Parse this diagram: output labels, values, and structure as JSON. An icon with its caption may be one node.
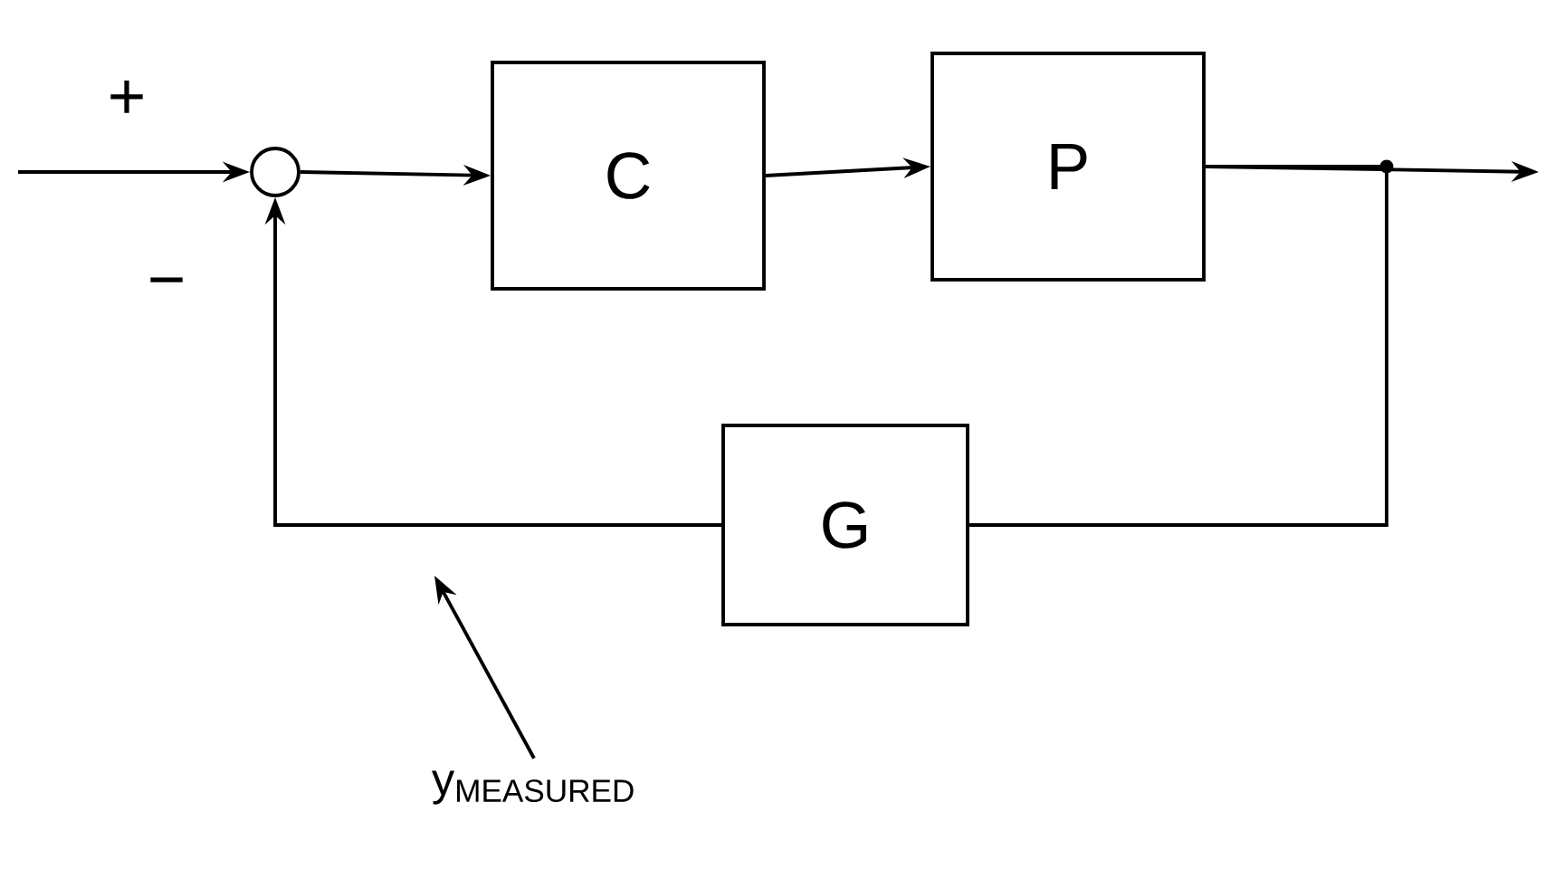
{
  "diagram": {
    "nodes": [
      {
        "text": [],
        "shape": "circle"
      },
      {
        "text": [
          "C"
        ]
      },
      {
        "text": [
          "P"
        ]
      },
      {
        "text": [
          "G"
        ]
      },
      {
        "text": [
          "y$_{MEASURED}$"
        ]
      }
    ],
    "edges": [
      {
        "from": null,
        "to": 0,
        "arrow": "to"
      },
      {
        "from": 0,
        "to": 1,
        "arrow": "to"
      },
      {
        "from": 1,
        "to": 2,
        "arrow": "to"
      },
      {
        "from": 2,
        "to": null,
        "arrow": "to"
      },
      {
        "from": 2,
        "to": 3,
        "arrow": "none"
      },
      {
        "from": 3,
        "to": 0,
        "arrow": "to"
      },
      {
        "from": 4,
        "to": null,
        "arrow": "to"
      }
    ],
    "labels": [
      "+",
      "−"
    ]
  }
}
